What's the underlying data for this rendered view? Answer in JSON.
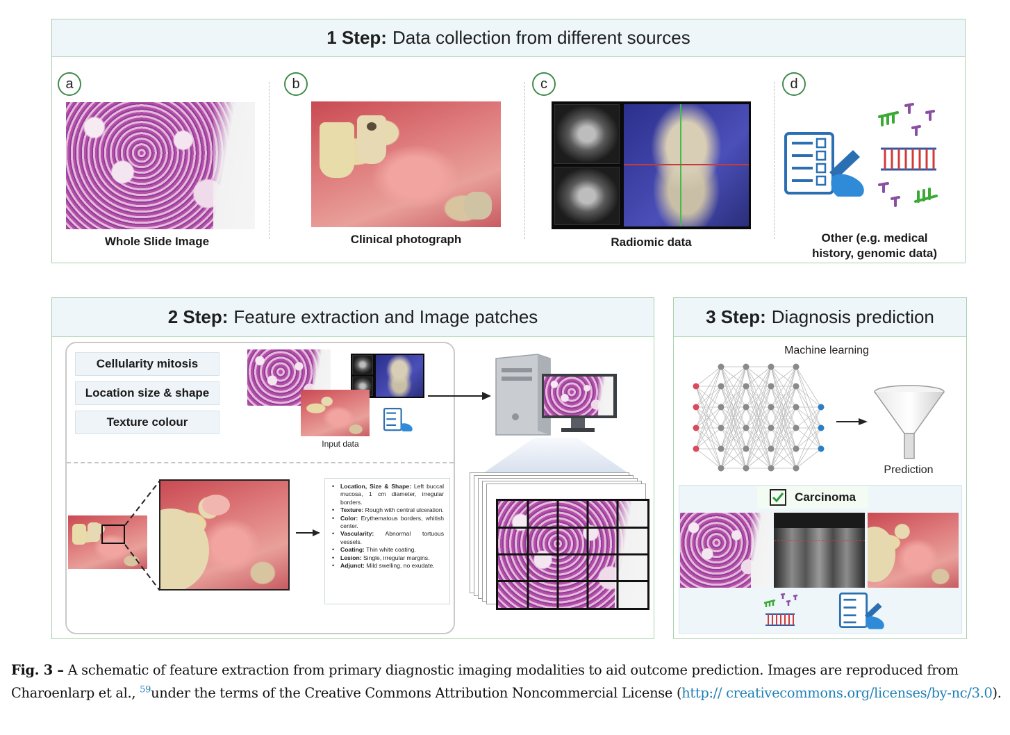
{
  "step1": {
    "title_bold": "1 Step:",
    "title_rest": "Data collection from different sources",
    "sources": [
      {
        "letter": "a",
        "caption": "Whole Slide Image"
      },
      {
        "letter": "b",
        "caption": "Clinical photograph"
      },
      {
        "letter": "c",
        "caption": "Radiomic data"
      },
      {
        "letter": "d",
        "caption_line1": "Other (e.g. medical",
        "caption_line2": "history, genomic data)"
      }
    ]
  },
  "step2": {
    "title_bold": "2 Step:",
    "title_rest": "Feature extraction and Image patches",
    "features": [
      "Cellularity mitosis",
      "Location size & shape",
      "Texture colour"
    ],
    "input_label": "Input data",
    "description": [
      {
        "key": "Location, Size & Shape:",
        "text": "Left buccal mucosa, 1 cm diameter, irregular borders."
      },
      {
        "key": "Texture:",
        "text": "Rough with central ulceration."
      },
      {
        "key": "Color:",
        "text": "Erythematous borders, whitish center."
      },
      {
        "key": "Vascularity:",
        "text": "Abnormal tortuous vessels."
      },
      {
        "key": "Coating:",
        "text": "Thin white coating."
      },
      {
        "key": "Lesion:",
        "text": "Single, irregular margins."
      },
      {
        "key": "Adjunct:",
        "text": "Mild swelling, no exudate."
      }
    ]
  },
  "step3": {
    "title_bold": "3 Step:",
    "title_rest": "Diagnosis prediction",
    "ml_label": "Machine learning",
    "prediction_label": "Prediction",
    "result": "Carcinoma"
  },
  "caption": {
    "fig_label": "Fig. 3 –",
    "text1": "A schematic of feature extraction from primary diagnostic imaging modalities to aid outcome prediction. Images are reproduced from Charoenlarp et al.,",
    "ref": "59",
    "text2": "under the terms of the Creative Commons Attribution Noncommercial License (",
    "link": "http:// creativecommons.org/licenses/by-nc/3.0",
    "text3": ")."
  },
  "colors": {
    "panel_border": "#a9cfae",
    "header_bg": "#eef6f9",
    "nn_input": "#d94a5c",
    "nn_hidden": "#8a8a8a",
    "nn_output": "#2b7fc4",
    "genomic_green": "#3aaa35",
    "genomic_purple": "#8a4fa0",
    "checklist_blue": "#2b6fb3"
  }
}
